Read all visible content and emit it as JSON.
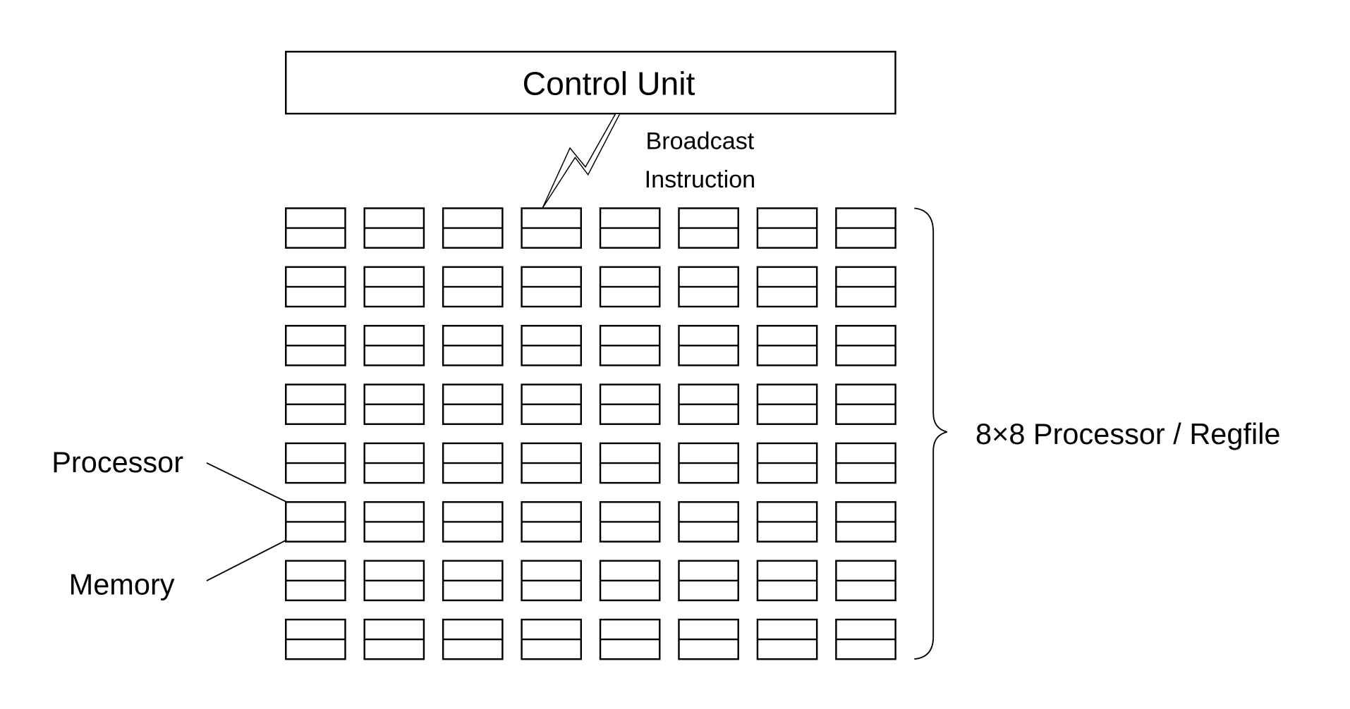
{
  "control_unit": {
    "label": "Control Unit"
  },
  "broadcast": {
    "line1": "Broadcast",
    "line2": "Instruction"
  },
  "grid": {
    "rows": 8,
    "cols": 8,
    "label": "8×8 Processor / Regfile"
  },
  "callouts": {
    "processor": "Processor",
    "memory": "Memory"
  }
}
